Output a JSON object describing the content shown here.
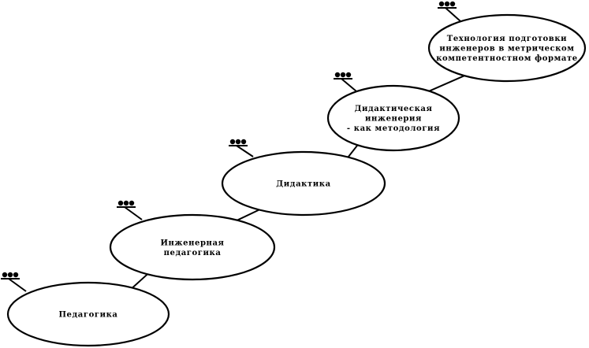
{
  "diagram": {
    "nodes": [
      {
        "id": "pedagogy",
        "lines": [
          "Педагогика"
        ]
      },
      {
        "id": "engineering-pedagogy",
        "lines": [
          "Инженерная",
          "педагогика"
        ]
      },
      {
        "id": "didactics",
        "lines": [
          "Дидактика"
        ]
      },
      {
        "id": "didactic-engineering",
        "lines": [
          "Дидактическая",
          "инженерия",
          "- как методология"
        ]
      },
      {
        "id": "training-technology",
        "lines": [
          "Технология подготовки",
          "инженеров в метрическом",
          "компетентностном формате"
        ]
      }
    ],
    "colors": {
      "stroke": "#000000",
      "fill": "#ffffff"
    },
    "icons": {
      "marker": "three-dot-marker-icon"
    }
  }
}
